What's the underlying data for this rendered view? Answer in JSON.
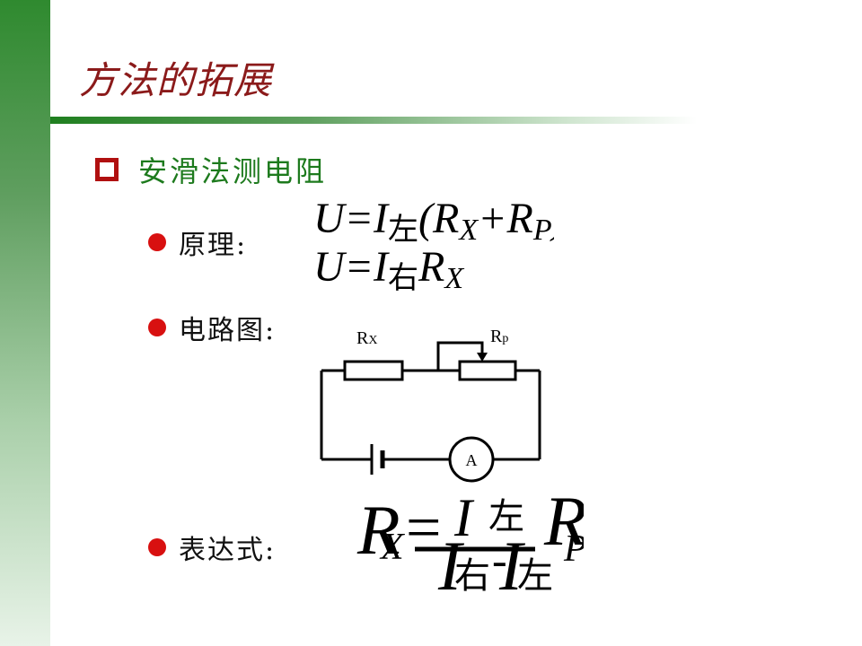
{
  "title": "方法的拓展",
  "heading": "安滑法测电阻",
  "bullets": {
    "principle": "原理:",
    "circuit": "电路图:",
    "expression": "表达式:"
  },
  "principle_lines": {
    "line1": {
      "lead": "U=I",
      "sub": "左",
      "rest": "(R",
      "sub2": "X",
      "tail": "+R",
      "sub3": "P",
      "close": ")"
    },
    "line2": {
      "lead": "U=I",
      "sub": "右",
      "rest": "R",
      "sub2": "X"
    }
  },
  "circuit": {
    "rx_label": "R",
    "rx_sub": "X",
    "rp_label": "R",
    "rp_sub": "p",
    "ammeter_label": "A"
  },
  "expression": {
    "lhs": "R",
    "lhs_sub": "X",
    "eq": "=",
    "num": "I",
    "num_sub": "左",
    "den_a": "I",
    "den_a_sub": "右",
    "den_minus": "-",
    "den_b": "I",
    "den_b_sub": "左",
    "rhs": "R",
    "rhs_sub": "P"
  },
  "colors": {
    "title": "#8b1a1a",
    "heading": "#1d7a1d",
    "bullet": "#d81010",
    "square": "#b01010"
  }
}
